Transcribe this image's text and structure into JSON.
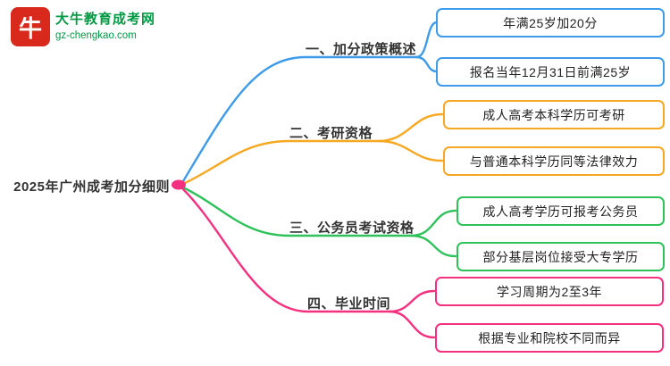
{
  "logo": {
    "icon_text": "牛",
    "name": "大牛教育成考网",
    "domain": "gz-chengkao.com",
    "icon_color": "#d9291c",
    "text_color": "#009944"
  },
  "root": {
    "label": "2025年广州成考加分细则"
  },
  "branches": [
    {
      "label": "一、加分政策概述",
      "color": "#3d9be9",
      "leaves": [
        "年满25岁加20分",
        "报名当年12月31日前满25岁"
      ]
    },
    {
      "label": "二、考研资格",
      "color": "#f7a823",
      "leaves": [
        "成人高考本科学历可考研",
        "与普通本科学历同等法律效力"
      ]
    },
    {
      "label": "三、公务员考试资格",
      "color": "#2fc25b",
      "leaves": [
        "成人高考学历可报考公务员",
        "部分基层岗位接受大专学历"
      ]
    },
    {
      "label": "四、毕业时间",
      "color": "#f5317f",
      "leaves": [
        "学习周期为2至3年",
        "根据专业和院校不同而异"
      ]
    }
  ],
  "root_marker_color": "#f5317f"
}
